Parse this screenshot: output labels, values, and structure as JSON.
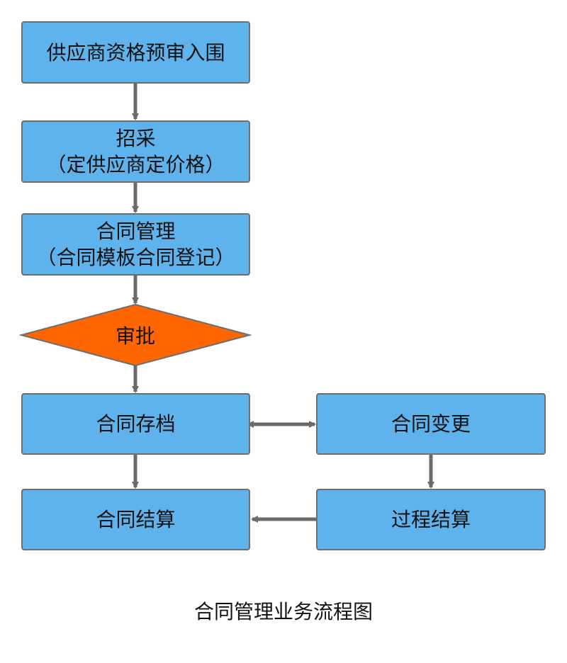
{
  "diagram": {
    "nodes": {
      "prequalification": {
        "line1": "供应商资格预审入围"
      },
      "procurement": {
        "line1": "招采",
        "line2": "（定供应商定价格）"
      },
      "contract_management": {
        "line1": "合同管理",
        "line2": "（合同模板合同登记）"
      },
      "approval": {
        "line1": "审批"
      },
      "contract_archive": {
        "line1": "合同存档"
      },
      "contract_change": {
        "line1": "合同变更"
      },
      "contract_settlement": {
        "line1": "合同结算"
      },
      "process_settlement": {
        "line1": "过程结算"
      }
    },
    "caption": "合同管理业务流程图",
    "colors": {
      "box_fill": "#5eb3ec",
      "box_border": "#6b6f73",
      "diamond_fill": "#ff6600",
      "arrow": "#6b6b6b"
    }
  }
}
